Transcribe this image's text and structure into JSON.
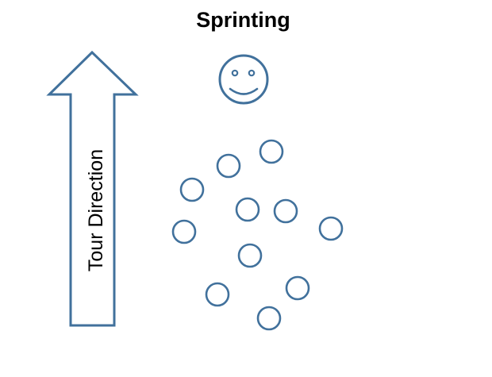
{
  "title": "Sprinting",
  "arrow": {
    "label": "Tour Direction",
    "color": "#41719C"
  },
  "leader": {
    "icon": "smiley-face-icon"
  },
  "riders": {
    "icon": "circle-icon",
    "count": 11
  },
  "colors": {
    "outline": "#41719C",
    "background": "#FFFFFF",
    "text": "#000000"
  }
}
